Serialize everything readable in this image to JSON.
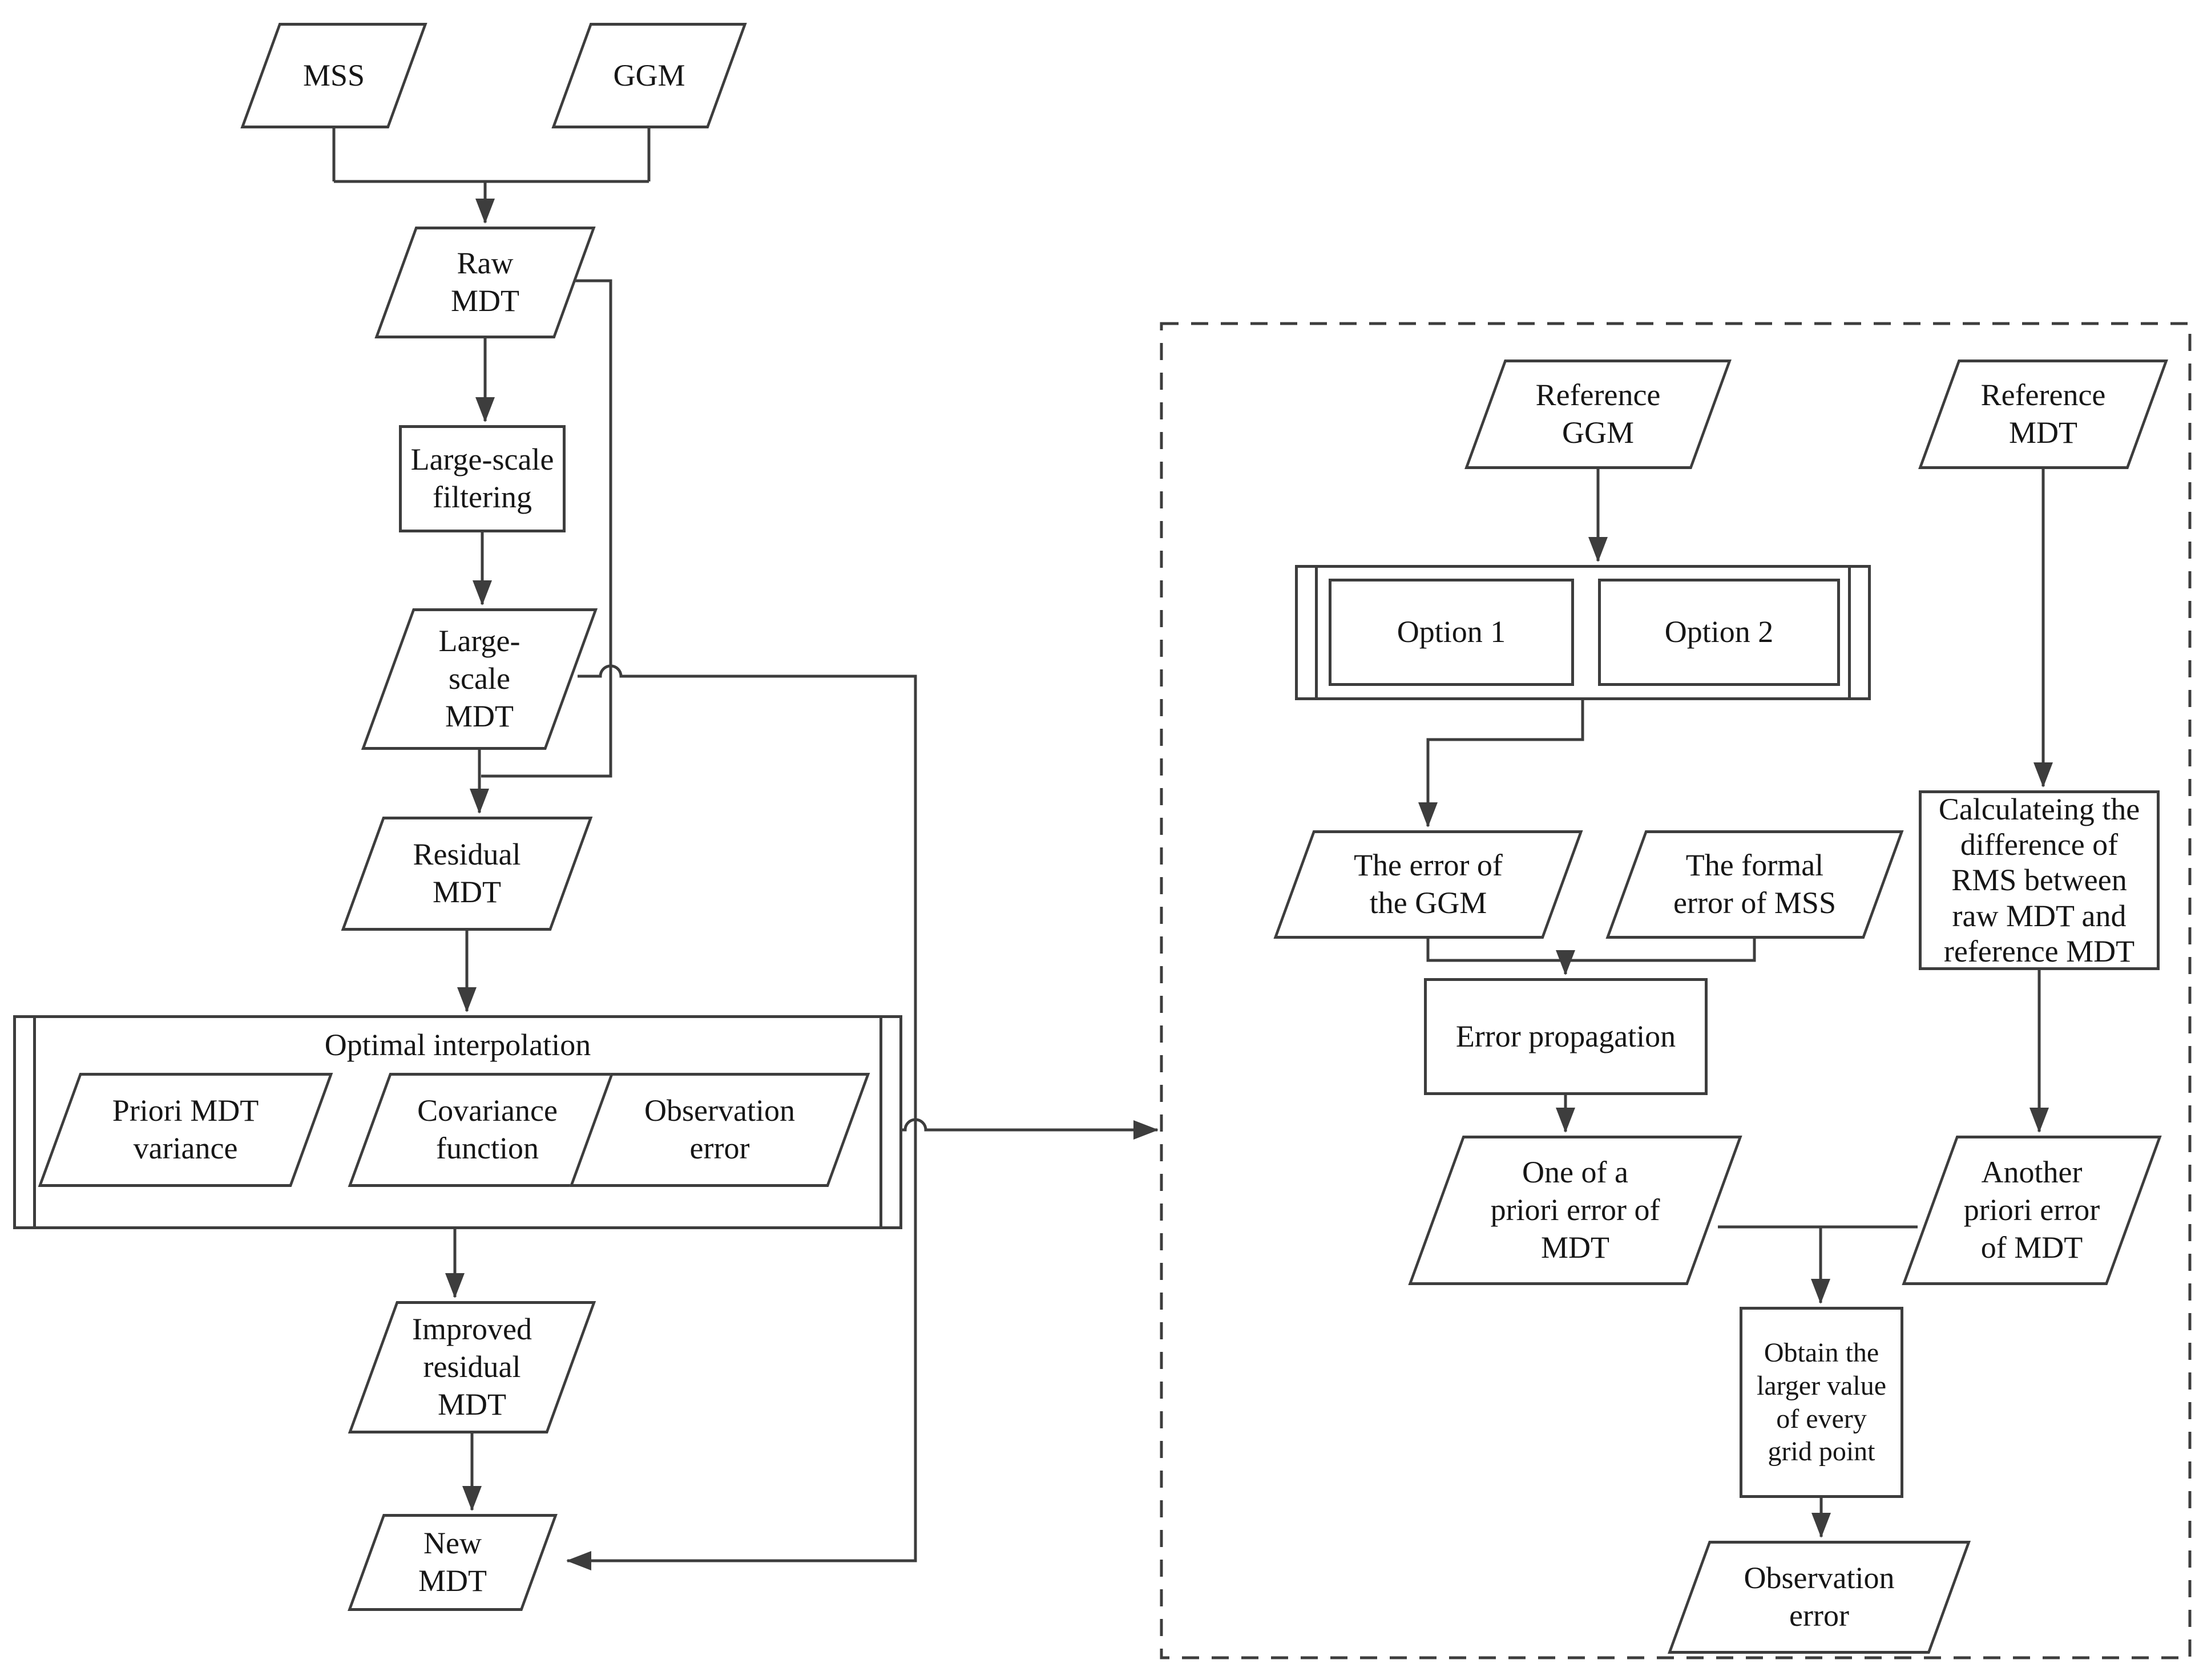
{
  "diagram": {
    "colors": {
      "stroke": "#3d3d3d",
      "text": "#161616",
      "background": "#ffffff"
    },
    "left_flow": {
      "mss": "MSS",
      "ggm": "GGM",
      "raw_mdt": "Raw\nMDT",
      "large_scale_filtering": "Large-scale\nfiltering",
      "large_scale_mdt": "Large-\nscale\nMDT",
      "residual_mdt": "Residual\nMDT",
      "optimal_interpolation": {
        "title": "Optimal interpolation",
        "priori_mdt_variance": "Priori MDT\nvariance",
        "covariance_function": "Covariance\nfunction",
        "observation_error": "Observation\nerror"
      },
      "improved_residual_mdt": "Improved\nresidual\nMDT",
      "new_mdt": "New\nMDT"
    },
    "error_estimation": {
      "reference_ggm": "Reference\nGGM",
      "reference_mdt": "Reference\nMDT",
      "options": {
        "option1": "Option 1",
        "option2": "Option 2"
      },
      "ggm_error": "The error of\nthe GGM",
      "mss_formal_error": "The formal\nerror of MSS",
      "error_propagation": "Error propagation",
      "rms_difference": "Calculateing the\ndifference of\nRMS between\nraw MDT and\nreference MDT",
      "one_priori_error": "One of a\npriori error of\nMDT",
      "another_priori_error": "Another\npriori error\nof MDT",
      "obtain_larger": "Obtain the\nlarger value\nof every\ngrid point",
      "observation_error": "Observation\nerror"
    }
  }
}
